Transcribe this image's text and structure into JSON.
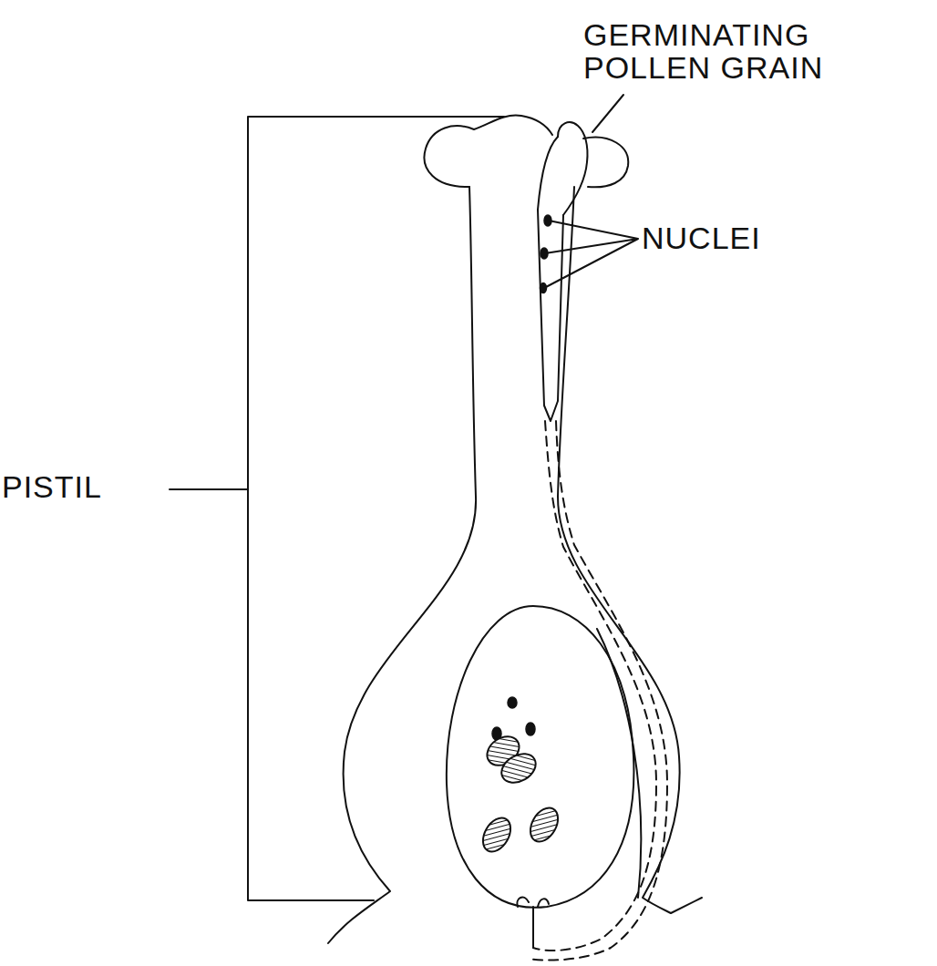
{
  "diagram": {
    "labels": [
      "GERMINATING POLLEN GRAIN",
      "NUCLEI",
      "PISTIL"
    ]
  }
}
